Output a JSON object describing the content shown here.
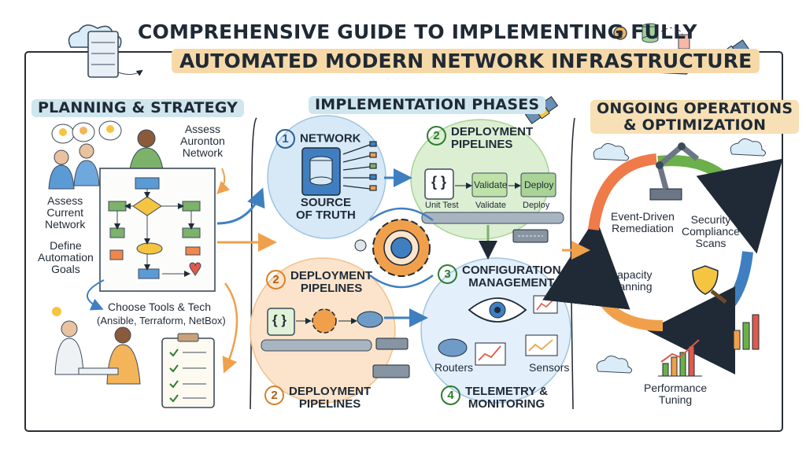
{
  "title": {
    "line1": "COMPREHENSIVE GUIDE TO IMPLEMENTING FULLY",
    "line2": "AUTOMATED MODERN NETWORK INFRASTRUCTURE"
  },
  "planning": {
    "heading": "PLANNING & STRATEGY",
    "assess_top": "Assess\nAuronton\nNetwork",
    "assess_left": "Assess\nCurrent\nNetwork",
    "define_goals": "Define\nAutomation\nGoals",
    "choose_tools": "Choose Tools & Tech",
    "tools_list": "(Ansible, Terraform, NetBox)"
  },
  "implementation": {
    "heading": "IMPLEMENTATION PHASES",
    "network": {
      "number": "1",
      "label": "NETWORK",
      "sub": "SOURCE\nOF TRUTH"
    },
    "deploy_top": {
      "number": "2",
      "label": "DEPLOYMENT\nPIPELINES",
      "step_unit": "Unit Test",
      "step_validate": "Validate",
      "step_deploy": "Deploy",
      "box_validate": "Validate",
      "box_deploy": "Deploy",
      "box_code": "{ }"
    },
    "deploy_mid": {
      "number": "2",
      "label": "DEPLOYMENT\nPIPELINES",
      "box_code": "{ }"
    },
    "config": {
      "number": "3",
      "label": "CONFIGURATION\nMANAGEMENT",
      "routers": "Routers",
      "sensors": "Sensors"
    },
    "deploy_bottom": {
      "number": "2",
      "label": "DEPLOYMENT\nPIPELINES"
    },
    "telemetry": {
      "number": "4",
      "label": "TELEMETRY &\nMONITORING"
    }
  },
  "operations": {
    "heading": "ONGOING OPERATIONS\n& OPTIMIZATION",
    "event": "Event-Driven\nRemediation",
    "security": "Security\nCompliance\nScans",
    "capacity": "Capacity\nPlanning",
    "performance": "Performance\nTuning"
  },
  "colors": {
    "accent_orange": "#f0a04b",
    "accent_blue": "#3f7fc1",
    "accent_green": "#6bb04a",
    "ink": "#1f2a36"
  }
}
